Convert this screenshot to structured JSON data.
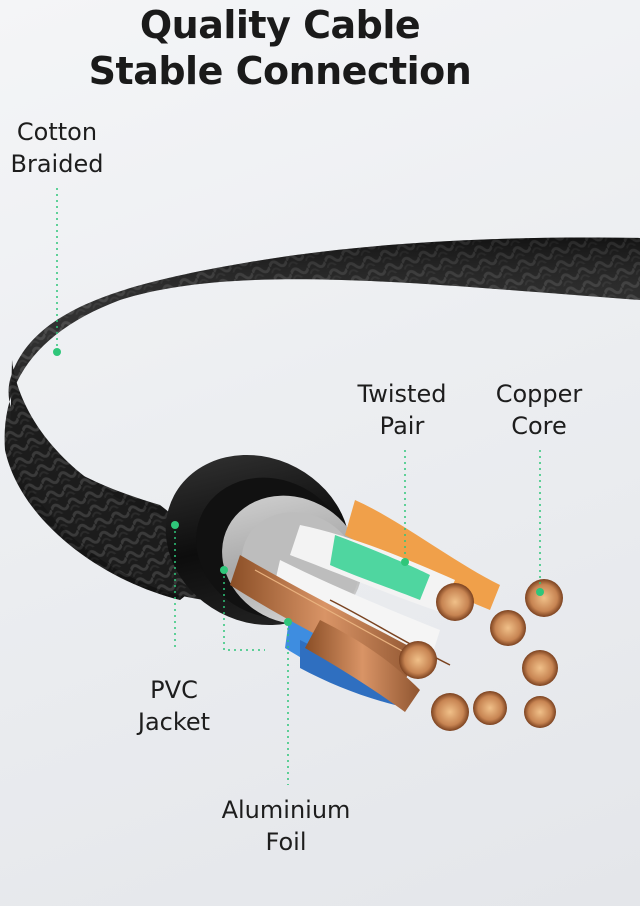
{
  "headline": {
    "line1": "Quality Cable",
    "line2": "Stable Connection"
  },
  "labels": {
    "cotton_braided": {
      "line1": "Cotton",
      "line2": "Braided"
    },
    "twisted_pair": {
      "line1": "Twisted",
      "line2": "Pair"
    },
    "copper_core": {
      "line1": "Copper",
      "line2": "Core"
    },
    "pvc_jacket": {
      "line1": "PVC",
      "line2": "Jacket"
    },
    "aluminium_foil": {
      "line1": "Aluminium",
      "line2": "Foil"
    }
  },
  "colors": {
    "accent_leader": "#2fc67a",
    "braid": "#1b1b1b",
    "copper": "#b8703f",
    "wire_orange": "#f0a04a",
    "wire_green": "#4fd6a0",
    "wire_blue": "#3e8de0",
    "wire_white": "#f4f4f4"
  }
}
